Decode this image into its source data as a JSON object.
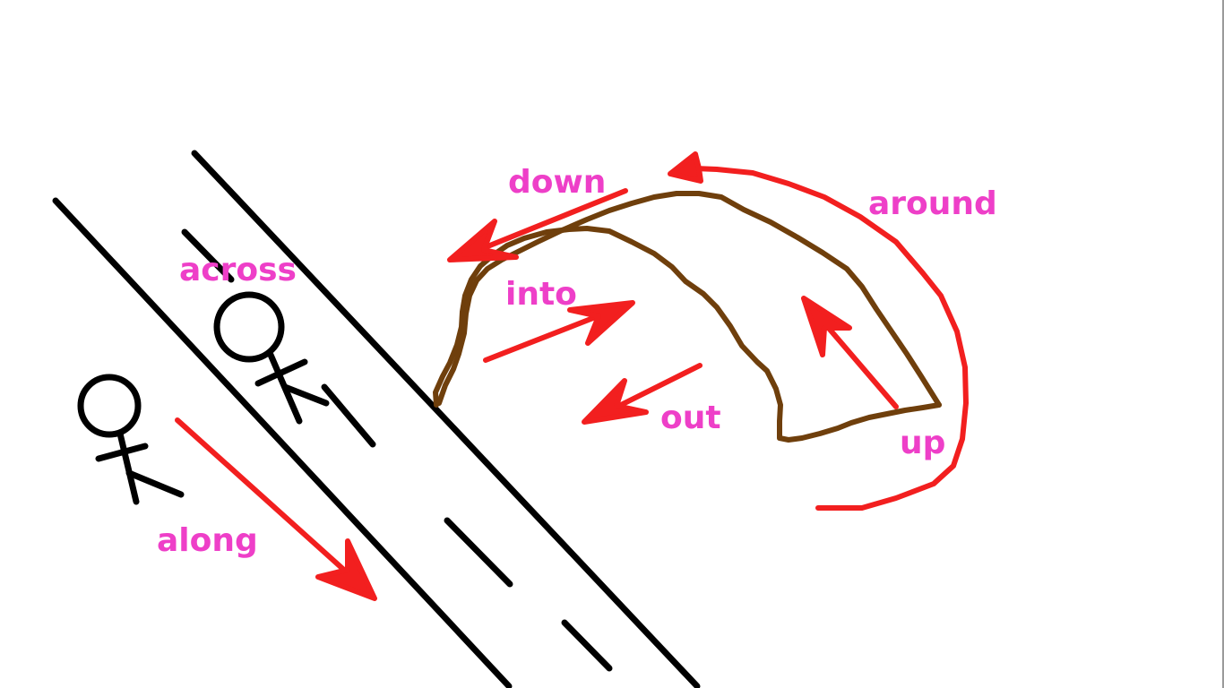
{
  "labels": {
    "down": "down",
    "around": "around",
    "across": "across",
    "into": "into",
    "out": "out",
    "up": "up",
    "along": "along"
  },
  "colors": {
    "background": "#ffffff",
    "label": "#ee3fc8",
    "arrow": "#f21f1f",
    "road": "#000000",
    "bridge": "#6f3f0c",
    "figure": "#000000"
  }
}
